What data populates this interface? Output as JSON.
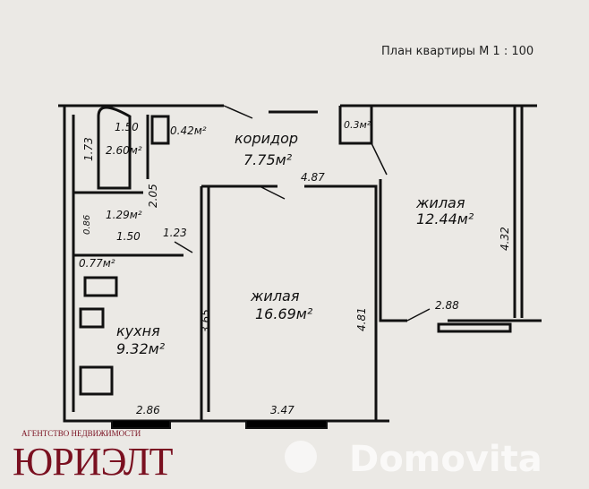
{
  "title": "План квартиры М 1 : 100",
  "rooms": {
    "corridor": {
      "name": "коридор",
      "area": "7.75м²"
    },
    "living1": {
      "name": "жилая",
      "area": "16.69м²"
    },
    "living2": {
      "name": "жилая",
      "area": "12.44м²"
    },
    "kitchen": {
      "name": "кухня",
      "area": "9.32м²"
    },
    "bath": {
      "area": "2.60м²"
    },
    "wc": {
      "area": "1.29м²"
    },
    "closet1": {
      "area": "0.42м²"
    },
    "closet2": {
      "area": "0.3м²"
    },
    "closet3": {
      "area": "0.77м²"
    }
  },
  "dims": {
    "d150a": "1.50",
    "d173": "1.73",
    "d205": "2.05",
    "d150b": "1.50",
    "d086": "0.86",
    "d123": "1.23",
    "d487": "4.87",
    "d432": "4.32",
    "d481": "4.81",
    "d288": "2.88",
    "d365": "3.65",
    "d286": "2.86",
    "d347": "3.47"
  },
  "branding": {
    "agency_tag": "АГЕНТСТВО НЕДВИЖИМОСТИ",
    "agency_name": "ЮРИЭЛТ",
    "watermark": "Domovita"
  }
}
